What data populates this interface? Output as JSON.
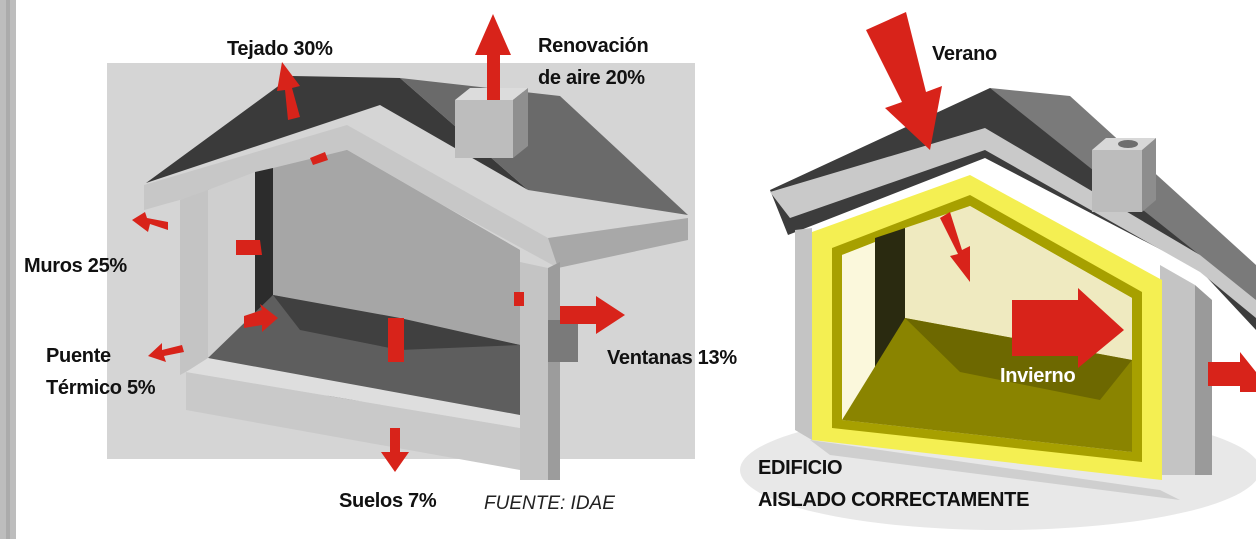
{
  "heat_loss_diagram": {
    "labels": {
      "roof": "Tejado 30%",
      "air_renewal_line1": "Renovación",
      "air_renewal_line2": "de aire 20%",
      "walls": "Muros 25%",
      "thermal_bridge_line1": "Puente",
      "thermal_bridge_line2": "Térmico 5%",
      "windows": "Ventanas 13%",
      "floors": "Suelos 7%"
    },
    "source": "FUENTE: IDAE"
  },
  "insulated_building": {
    "summer": "Verano",
    "winter": "Invierno",
    "caption_line1": "EDIFICIO",
    "caption_line2": "AISLADO CORRECTAMENTE"
  },
  "colors": {
    "wall": "#c9c9c9",
    "roof": "#3c3c3c",
    "backdrop": "#d4d4d4",
    "arrow": "#d8231a",
    "insulation": "#f2ee4e"
  }
}
